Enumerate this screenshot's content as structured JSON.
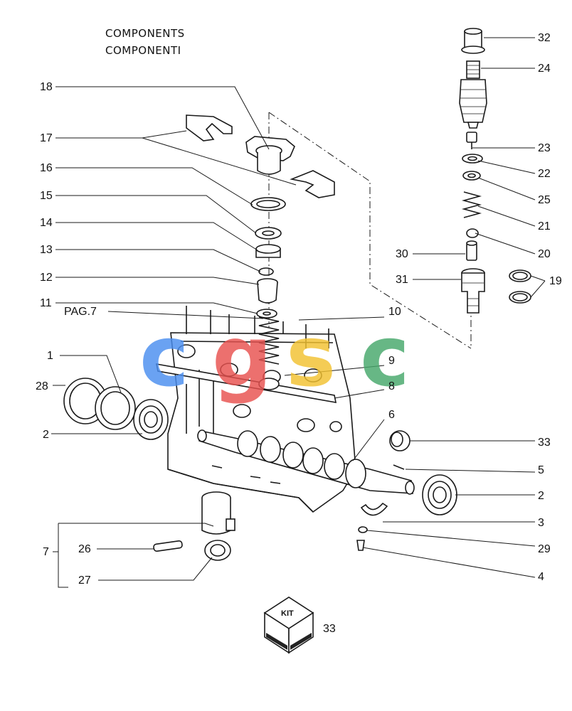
{
  "title": {
    "line1": "COMPONENTS",
    "line2": "COMPONENTI"
  },
  "watermark": {
    "letters": [
      {
        "char": "c",
        "color": "#4a8ef0"
      },
      {
        "char": "g",
        "color": "#e8514f"
      },
      {
        "char": "s",
        "color": "#f2c230"
      },
      {
        "char": "c",
        "color": "#46a86b"
      }
    ]
  },
  "kit": {
    "label": "KIT",
    "number": "33"
  },
  "callouts": {
    "c32": "32",
    "c24": "24",
    "c23": "23",
    "c22": "22",
    "c25": "25",
    "c21": "21",
    "c20": "20",
    "c30": "30",
    "c31": "31",
    "c19": "19",
    "c18": "18",
    "c17": "17",
    "c16": "16",
    "c15": "15",
    "c14": "14",
    "c13": "13",
    "c12": "12",
    "c11": "11",
    "pag7": "PAG.7",
    "c10": "10",
    "c1": "1",
    "c9": "9",
    "c28": "28",
    "c8": "8",
    "c2a": "2",
    "c6": "6",
    "c33": "33",
    "c5": "5",
    "c2b": "2",
    "c3": "3",
    "c7": "7",
    "c26": "26",
    "c29": "29",
    "c27": "27",
    "c4": "4"
  }
}
